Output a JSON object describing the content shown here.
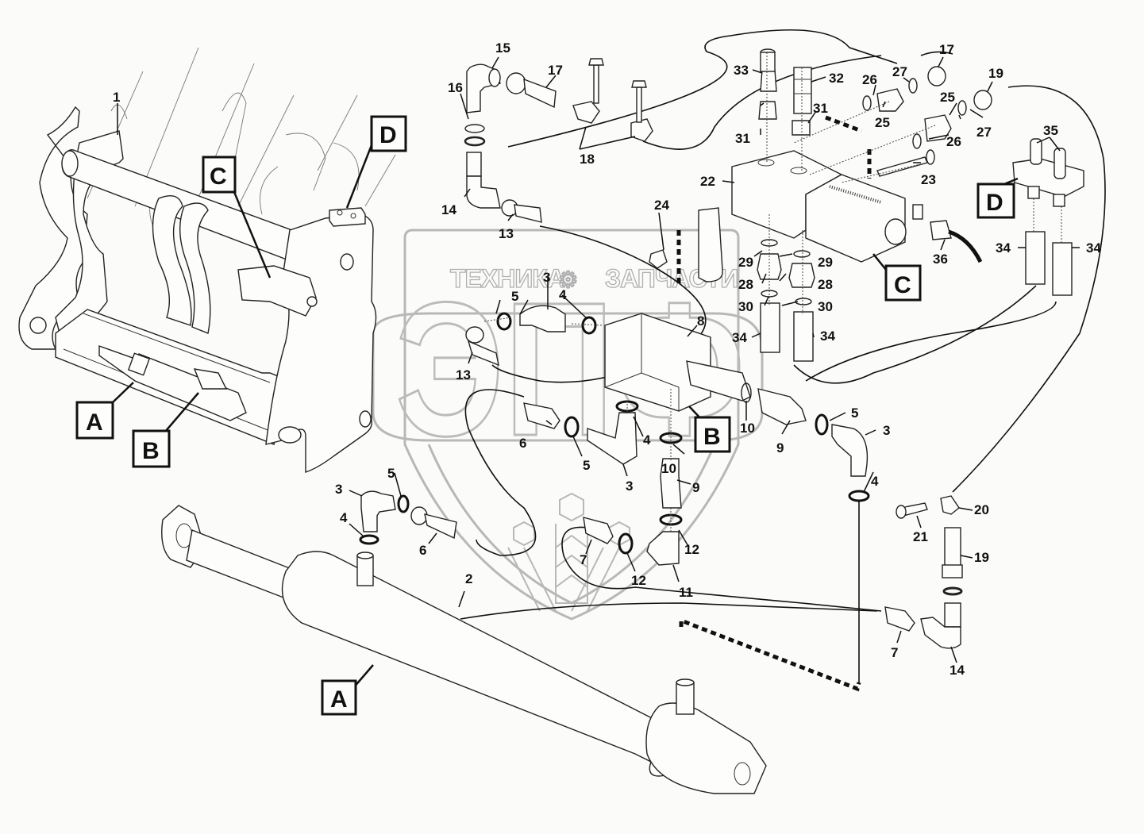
{
  "diagram": {
    "type": "exploded-parts-diagram",
    "subject": "Hydraulic quick coupler circuit with cylinder, valve block and hose fittings",
    "watermark": {
      "left_text": "ТЕХНИКА",
      "right_text": "ЗАПЧАСТИ",
      "emblem_letters": "ЭПФ",
      "gear_symbol": "⚙"
    },
    "reference_views": [
      "A",
      "B",
      "C",
      "D"
    ],
    "callouts": {
      "c1": "1",
      "c2": "2",
      "c3a": "3",
      "c3b": "3",
      "c3c": "3",
      "c3d": "3",
      "c4a": "4",
      "c4b": "4",
      "c4c": "4",
      "c4d": "4",
      "c5a": "5",
      "c5b": "5",
      "c5c": "5",
      "c5d": "5",
      "c6a": "6",
      "c6b": "6",
      "c7a": "7",
      "c7b": "7",
      "c8": "8",
      "c9a": "9",
      "c9b": "9",
      "c10a": "10",
      "c10b": "10",
      "c11": "11",
      "c12a": "12",
      "c12b": "12",
      "c13a": "13",
      "c13b": "13",
      "c14a": "14",
      "c14b": "14",
      "c15": "15",
      "c16": "16",
      "c17a": "17",
      "c17b": "17",
      "c18": "18",
      "c19a": "19",
      "c19b": "19",
      "c20": "20",
      "c21": "21",
      "c22": "22",
      "c23": "23",
      "c24": "24",
      "c25a": "25",
      "c25b": "25",
      "c26a": "26",
      "c26b": "26",
      "c27a": "27",
      "c27b": "27",
      "c28a": "28",
      "c28b": "28",
      "c29a": "29",
      "c29b": "29",
      "c30a": "30",
      "c30b": "30",
      "c31a": "31",
      "c31b": "31",
      "c32": "32",
      "c33": "33",
      "c34a": "34",
      "c34b": "34",
      "c34c": "34",
      "c34d": "34",
      "c35": "35",
      "c36": "36"
    },
    "refs": {
      "A1": "A",
      "A2": "A",
      "B1": "B",
      "B2": "B",
      "C1": "C",
      "C2": "C",
      "D1": "D",
      "D2": "D"
    }
  }
}
